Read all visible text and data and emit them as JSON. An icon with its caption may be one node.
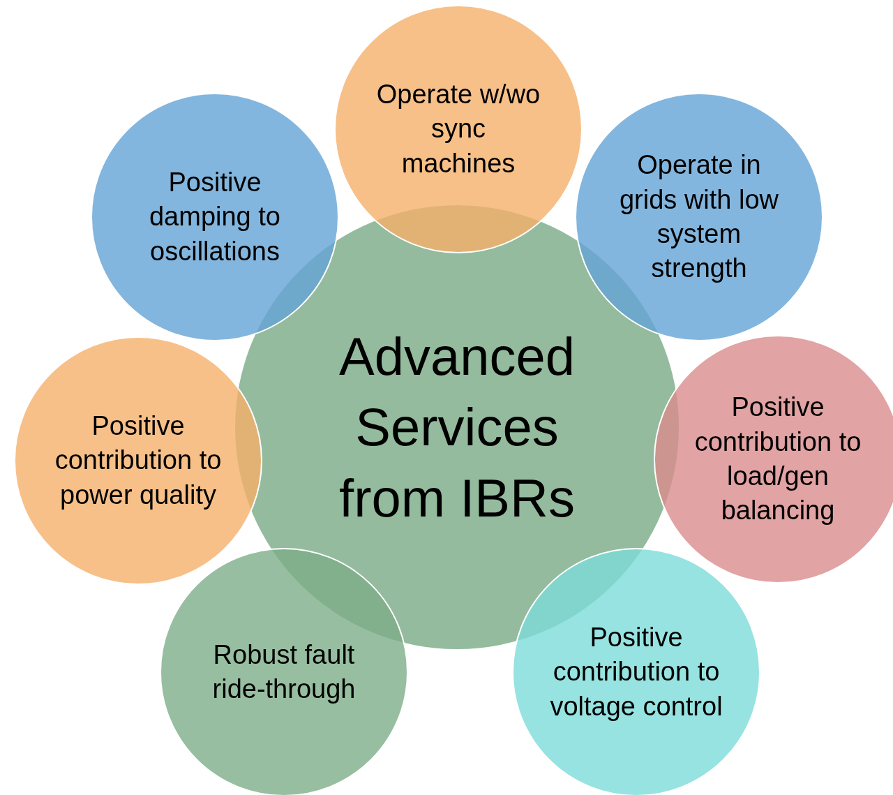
{
  "diagram": {
    "nodes": [
      {
        "text": [
          "Advanced Services from IBRs"
        ]
      },
      {
        "text": [
          "Operate w/wo sync machines"
        ]
      },
      {
        "text": [
          "Positive damping to oscillations"
        ]
      },
      {
        "text": [
          "Operate in grids with low system strength"
        ]
      },
      {
        "text": [
          "Positive contribution to power quality"
        ]
      },
      {
        "text": [
          "Positive contribution to load/gen balancing"
        ]
      },
      {
        "text": [
          "Robust fault ride-through"
        ]
      },
      {
        "text": [
          "Positive contribution to voltage control"
        ]
      }
    ]
  }
}
